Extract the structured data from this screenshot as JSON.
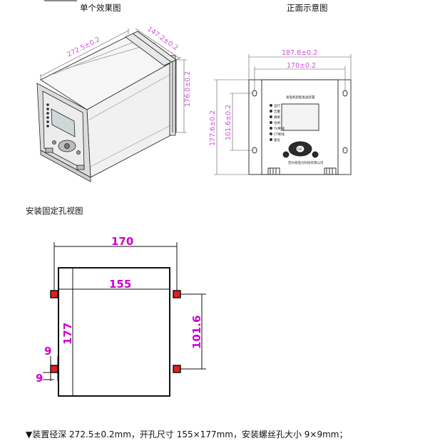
{
  "labels": {
    "single_view": "单个效果图",
    "front_view": "正面示意图",
    "mounting_view": "安装固定孔视图"
  },
  "iso_dims": {
    "depth": "272.5±0.2",
    "width": "147.2±0.2",
    "height": "176.0±0.2"
  },
  "front_dims": {
    "outer_width": "187.8±0.2",
    "inner_width": "170±0.2",
    "height": "177.6±0.2",
    "hole_spacing": "101.6±0.2"
  },
  "front_panel": {
    "title": "发电机智能发送装置",
    "leds": [
      "运行",
      "告警",
      "跳闸",
      "合闸",
      "TV断线",
      "CT断线",
      "复位"
    ],
    "company": "苏州某电力科技有限公司",
    "ok_label": "OK"
  },
  "mount_dims": {
    "hole_span_width": "170",
    "cutout_width": "155",
    "cutout_height": "177",
    "hole_spacing": "101.6",
    "hole_size_a": "9",
    "hole_size_b": "9"
  },
  "caption": "▼装置径深 272.5±0.2mm，开孔尺寸 155×177mm，安装螺丝孔大小 9×9mm；",
  "colors": {
    "dim_pink": "#d24be0",
    "dim_magenta": "#d000d0",
    "hole_red": "#e02020",
    "line_black": "#111111"
  }
}
